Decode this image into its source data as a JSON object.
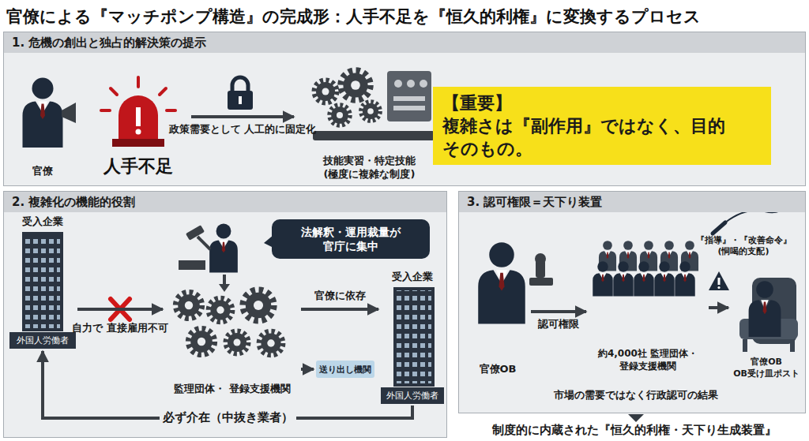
{
  "diagram": {
    "title": "官僚による『マッチポンプ構造』の完成形：人手不足を『恒久的利権』に変換するプロセス",
    "nodes": [
      {
        "text": [
          "1. 危機の創出と独占的解決策の提示"
        ]
      },
      {
        "text": [
          "官僚"
        ],
        "in": 0
      },
      {
        "text": [
          "人手不足"
        ],
        "in": 0
      },
      {
        "text": [
          "技能実習・特定技能 (極度に複雑な制度)"
        ],
        "in": 0
      },
      {
        "text": [
          "【重要】",
          "複雑さは『副作用』ではなく、目的 そのもの。"
        ],
        "in": 0
      },
      {
        "text": [
          "2. 複雑化の機能的役割"
        ]
      },
      {
        "text": [
          "受入企業",
          "外国人労働者"
        ],
        "in": 5
      },
      {
        "text": [
          "法解釈・運用裁量が 官庁に集中"
        ],
        "in": 5
      },
      {
        "text": [
          "監理団体・ 登録支援機関"
        ],
        "in": 5
      },
      {
        "text": [
          "送り出し機関"
        ],
        "in": 5
      },
      {
        "text": [
          "受入企業",
          "外国人労働者"
        ],
        "in": 5
      },
      {
        "text": [
          "3. 認可権限＝天下り装置"
        ]
      },
      {
        "text": [
          "官僚OB"
        ],
        "in": 11
      },
      {
        "text": [
          "約4,000社 監理団体・登録支援機関"
        ],
        "in": 11
      },
      {
        "text": [
          "官僚OB OB受け皿ポスト"
        ],
        "in": 11
      }
    ],
    "edges": [
      {
        "from": 2,
        "to": 3,
        "arrow": "to",
        "label": "政策需要として 人工的に固定化"
      },
      {
        "from": 6,
        "to": 8,
        "arrow": "to",
        "label": "自力で 直接雇用不可"
      },
      {
        "from": 8,
        "to": 10,
        "arrow": "to",
        "label": "官僚に依存"
      },
      {
        "from": 8,
        "to": 9,
        "arrow": "to"
      },
      {
        "from": 10,
        "to": 6,
        "arrow": "to",
        "label": "必ず介在（中抜き業者）"
      },
      {
        "from": 12,
        "to": 13,
        "arrow": "to",
        "label": "認可権限"
      },
      {
        "from": 13,
        "to": 14,
        "arrow": "to"
      }
    ],
    "labels": [
      "『指導』・『改善命令』 (恫喝的支配)",
      "市場の需要ではなく行政認可の結果",
      "制度的に内蔵された『恒久的利権・天下り生成装置』"
    ]
  }
}
